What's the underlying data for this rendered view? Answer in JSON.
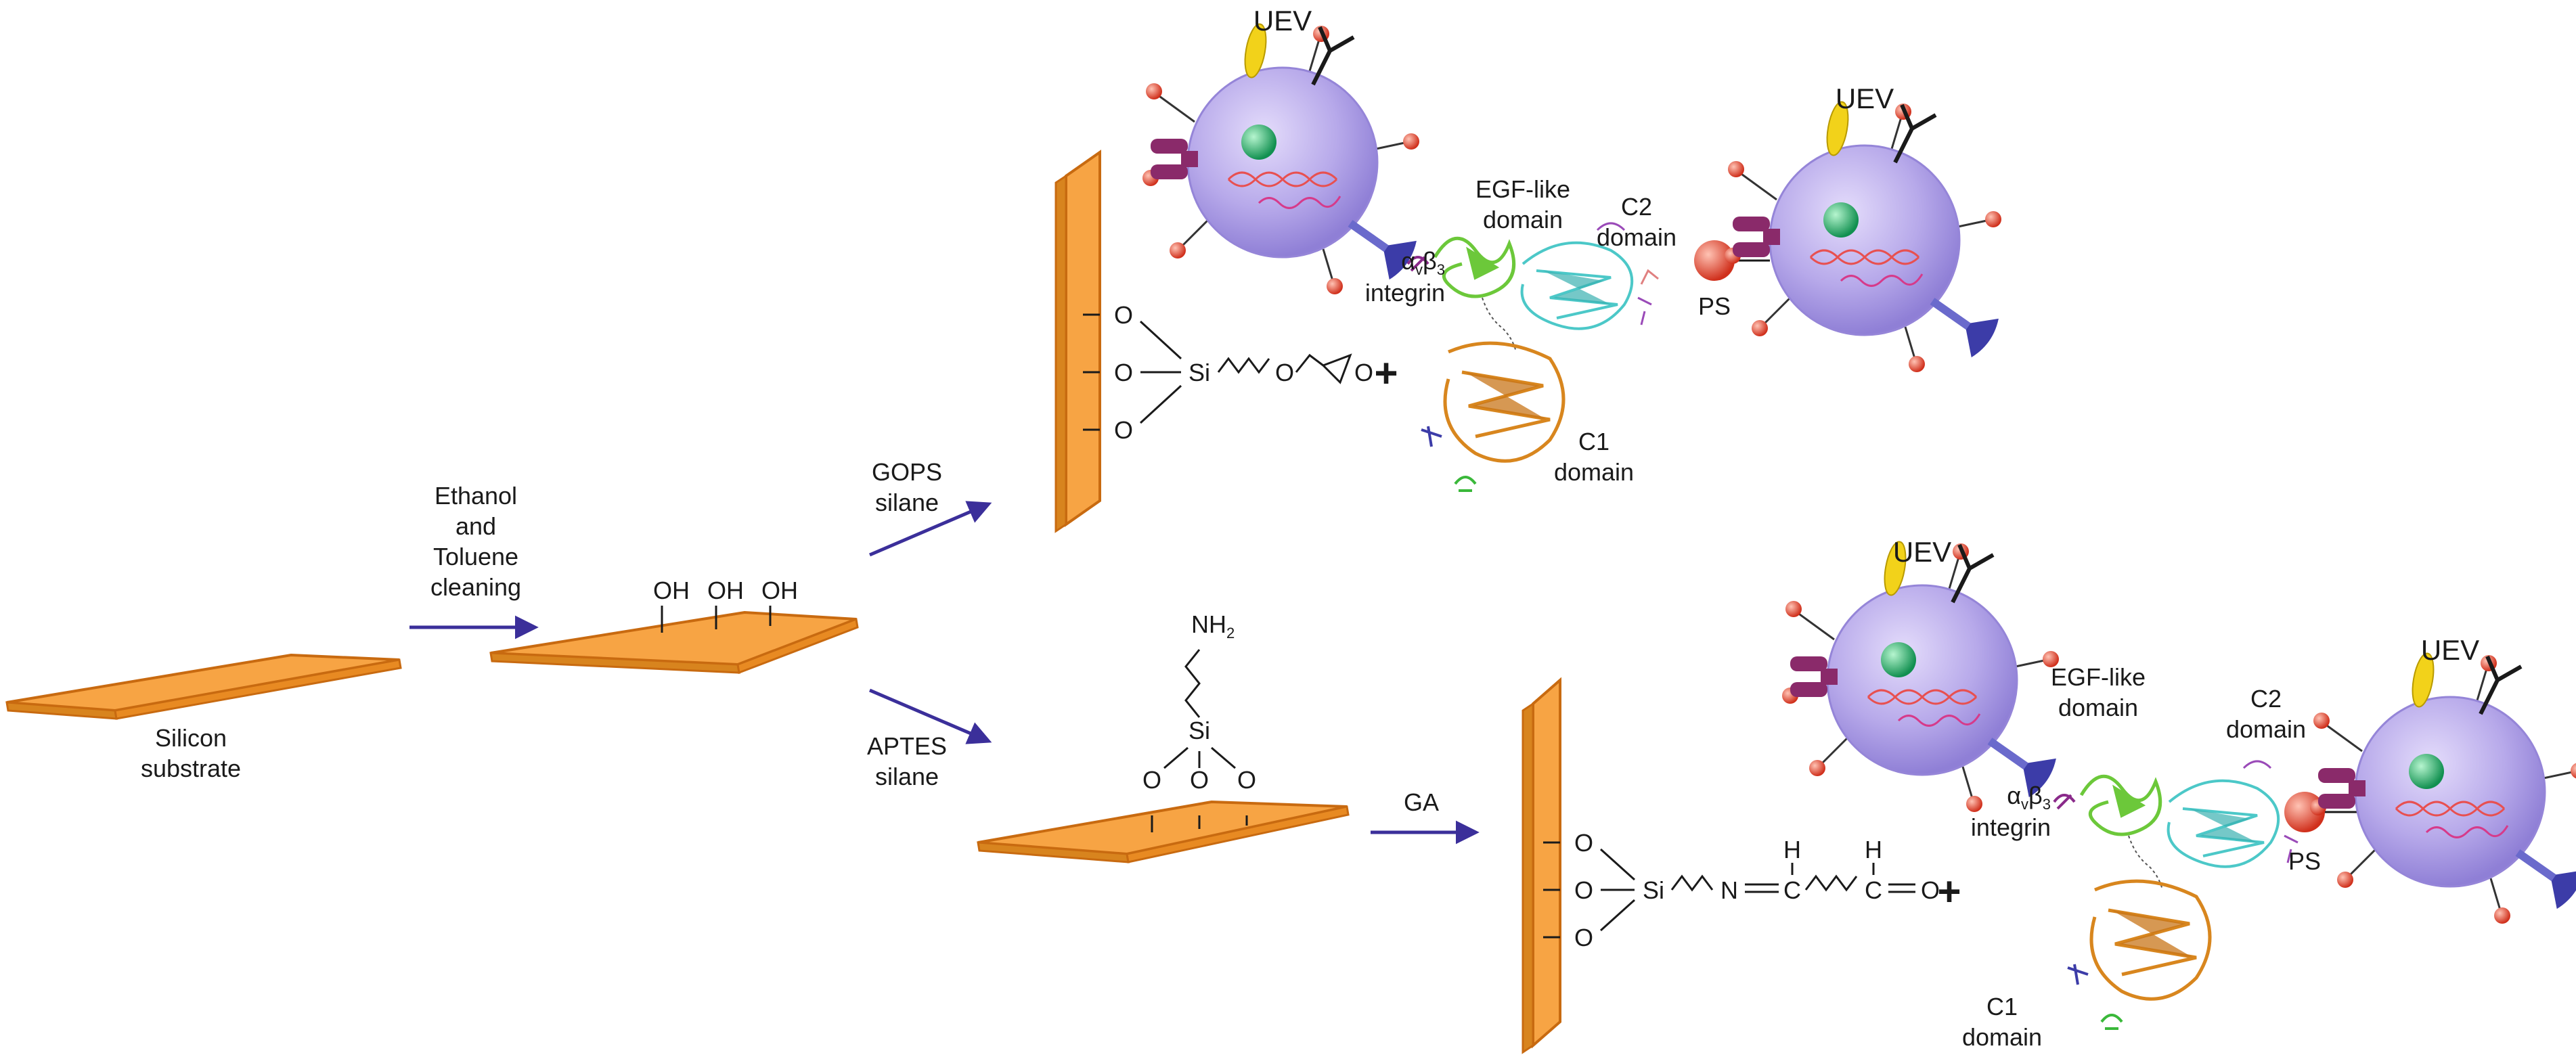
{
  "labels": {
    "silicon_1": "Silicon",
    "silicon_2": "substrate",
    "clean_1": "Ethanol",
    "clean_2": "and",
    "clean_3": "Toluene",
    "clean_4": "cleaning",
    "oh": "OH",
    "gops_1": "GOPS",
    "gops_2": "silane",
    "aptes_1": "APTES",
    "aptes_2": "silane",
    "ga": "GA",
    "o": "O",
    "si": "Si",
    "nh": "NH",
    "nh_sub": "2",
    "n": "N",
    "c": "C",
    "h": "H",
    "plus": "+",
    "uev": "UEV",
    "egf_1": "EGF-like",
    "egf_2": "domain",
    "c2_1": "C2",
    "c2_2": "domain",
    "c1_1": "C1",
    "c1_2": "domain",
    "integrin_alpha": "α",
    "integrin_v": "v",
    "integrin_beta": "β",
    "integrin_3": "3",
    "integrin_2": "integrin",
    "ps": "PS"
  },
  "colors": {
    "substrate": "#f7a444",
    "substrate_edge": "#c86a10",
    "arrow": "#3b2f9a",
    "vesicle": "#b7a9ea",
    "rna": "#d63a8a",
    "dna": "#e85050",
    "green_cargo": "#1aa860",
    "yellow_protein": "#f2d21a",
    "purple_protein": "#8a2a6a",
    "blue_protein": "#3c3ca8",
    "ps_sphere": "#e8402a",
    "egf_domain": "#6cc83a",
    "c2_domain": "#4cc8c8",
    "c1_domain": "#d8861e"
  }
}
